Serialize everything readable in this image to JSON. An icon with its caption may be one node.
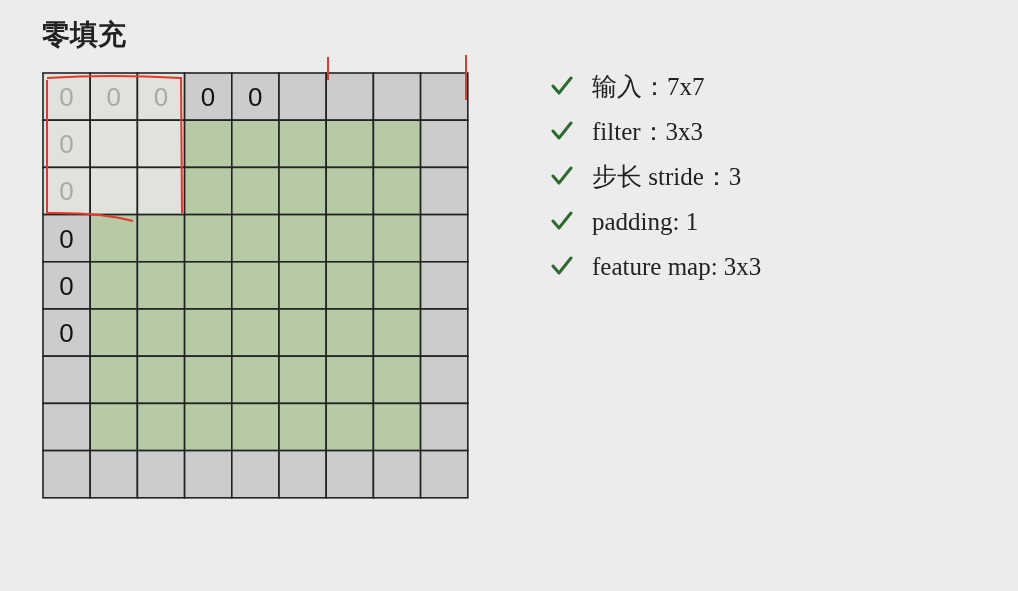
{
  "diagram": {
    "title": "零填充",
    "labels": [
      "0",
      "0",
      "0",
      "0",
      "0",
      "0",
      "0",
      "0",
      "0",
      "0",
      "输入：7x7",
      "filter：3x3",
      "步长 stride：3",
      "padding: 1",
      "feature map: 3x3"
    ]
  }
}
